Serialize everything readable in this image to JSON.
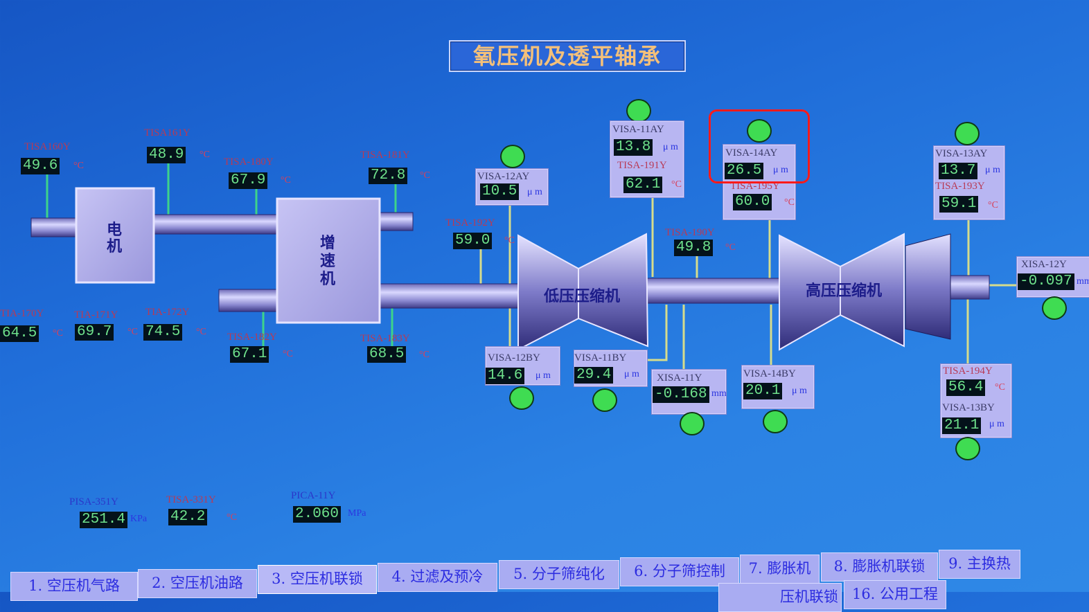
{
  "title": "氧压机及透平轴承",
  "machines": {
    "motor": "电\n机",
    "gearbox": "增\n速\n机",
    "lp": "低压压缩机",
    "hp": "高压压缩机"
  },
  "units": {
    "c": "°C",
    "um": "μ m",
    "mm": "mm",
    "kpa": "KPa",
    "mpa": "MPa"
  },
  "temps": [
    {
      "tag": "TISA160Y",
      "value": "49.6"
    },
    {
      "tag": "TISA161Y",
      "value": "48.9"
    },
    {
      "tag": "TISA-180Y",
      "value": "67.9"
    },
    {
      "tag": "TISA-181Y",
      "value": "72.8"
    },
    {
      "tag": "TIA-170Y",
      "value": "64.5"
    },
    {
      "tag": "TIA-171Y",
      "value": "69.7"
    },
    {
      "tag": "TIA-172Y",
      "value": "74.5"
    },
    {
      "tag": "TISA-182Y",
      "value": "67.1"
    },
    {
      "tag": "TISA-183Y",
      "value": "68.5"
    },
    {
      "tag": "TISA-192Y",
      "value": "59.0"
    },
    {
      "tag": "TISA-190Y",
      "value": "49.8"
    }
  ],
  "panels": {
    "visa12ay": {
      "tag": "VISA-12AY",
      "value": "10.5"
    },
    "visa11ay": {
      "tag": "VISA-11AY",
      "value": "13.8",
      "tag2": "TISA-191Y",
      "value2": "62.1"
    },
    "visa14ay": {
      "tag": "VISA-14AY",
      "value": "26.5",
      "tag2": "TISA-195Y",
      "value2": "60.0"
    },
    "visa13ay": {
      "tag": "VISA-13AY",
      "value": "13.7",
      "tag2": "TISA-193Y",
      "value2": "59.1"
    },
    "xisa12y": {
      "tag": "XISA-12Y",
      "value": "-0.097"
    },
    "visa12by": {
      "tag": "VISA-12BY",
      "value": "14.6"
    },
    "visa11by": {
      "tag": "VISA-11BY",
      "value": "29.4"
    },
    "xisa11y": {
      "tag": "XISA-11Y",
      "value": "-0.168"
    },
    "visa14by": {
      "tag": "VISA-14BY",
      "value": "20.1"
    },
    "tisa194y": {
      "tag": "TISA-194Y",
      "value": "56.4",
      "tag2": "VISA-13BY",
      "value2": "21.1"
    }
  },
  "bottom": {
    "pisa351y": {
      "tag": "PISA-351Y",
      "value": "251.4"
    },
    "tisa331y": {
      "tag": "TISA-331Y",
      "value": "42.2"
    },
    "pica11y": {
      "tag": "PICA-11Y",
      "value": "2.060"
    }
  },
  "tabs": [
    "1. 空压机气路",
    "2. 空压机油路",
    "3. 空压机联锁",
    "4. 过滤及预冷",
    "5. 分子筛纯化",
    "6. 分子筛控制",
    "7. 膨胀机",
    "8. 膨胀机联锁",
    "9. 主换热"
  ],
  "tabs_row2": [
    "压机联锁",
    "16. 公用工程"
  ],
  "colors": {
    "led_ok": "#3fdc52",
    "value_text": "#6fe28c",
    "highlight": "#ff1a1a"
  }
}
